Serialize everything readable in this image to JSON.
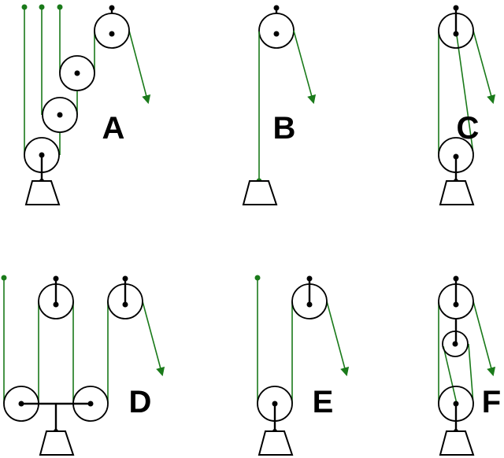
{
  "colors": {
    "rope": "#1a7a1a",
    "pulley": "#000000",
    "background": "#ffffff"
  },
  "diagrams": [
    {
      "label": "A"
    },
    {
      "label": "B"
    },
    {
      "label": "C"
    },
    {
      "label": "D"
    },
    {
      "label": "E"
    },
    {
      "label": "F"
    }
  ]
}
